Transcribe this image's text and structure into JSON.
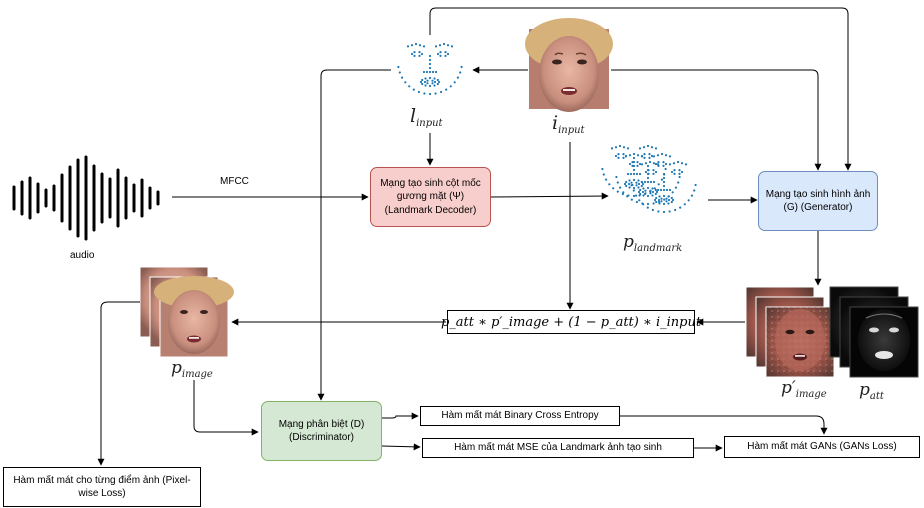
{
  "labels": {
    "audio": "audio",
    "mfcc": "MFCC"
  },
  "math_labels": {
    "l_input_main": "l",
    "l_input_sub": "input",
    "i_input_main": "i",
    "i_input_sub": "input",
    "p_landmark_main": "p",
    "p_landmark_sub": "landmark",
    "p_image_main": "p",
    "p_image_sub": "image",
    "p_image_prime_main": "p′",
    "p_image_prime_sub": "image",
    "p_att_main": "p",
    "p_att_sub": "att"
  },
  "boxes": {
    "landmark_decoder": "Mạng tạo sinh cột mốc gương mặt (Ψ) (Landmark Decoder)",
    "generator": "Mạng tạo sinh hình ảnh (G) (Generator)",
    "discriminator": "Mạng phân biệt (D) (Discriminator)",
    "bce_loss": "Hàm mất mát Binary Cross Entropy",
    "mse_loss": "Hàm mất mát MSE của Landmark ảnh tạo sinh",
    "gans_loss": "Hàm mất mát GANs (GANs Loss)",
    "pixel_loss": "Hàm mất mát cho từng điểm ảnh (Pixel-wise Loss)"
  },
  "formula": "p_att ∗ p′_image + (1 − p_att) ∗ i_input",
  "colors": {
    "landmark_decoder_fill": "#f8cecc",
    "generator_fill": "#dae8fc",
    "discriminator_fill": "#d5e8d4",
    "landmark_dots": "#1f78b4"
  },
  "icons": [
    "audio-waveform-icon",
    "face-landmark-icon",
    "face-photo-image",
    "attention-mask-image"
  ]
}
